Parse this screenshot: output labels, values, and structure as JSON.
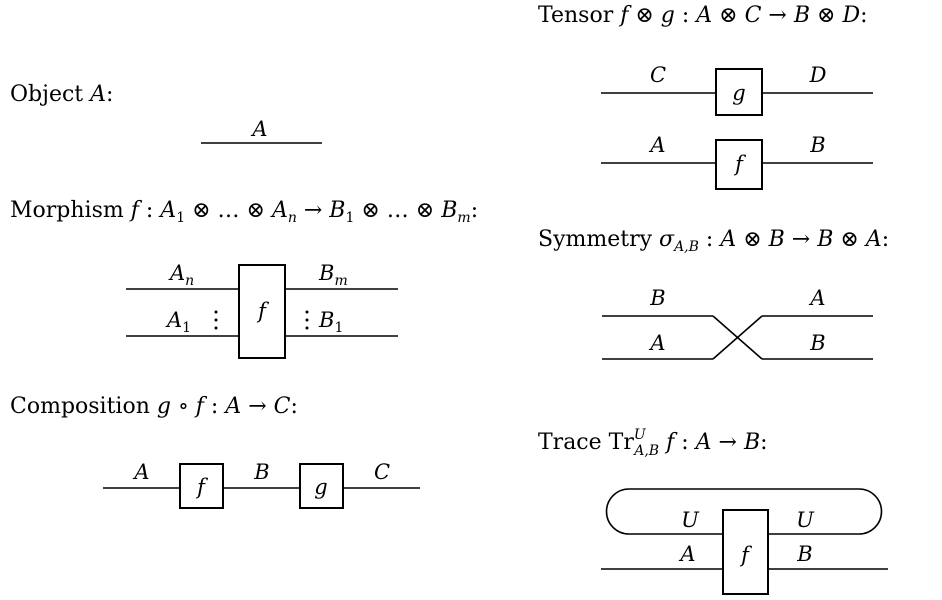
{
  "tensor": {
    "caption": "Tensor f ⊗ g : A ⊗ C → B ⊗ D:",
    "boxes": [
      "g",
      "f"
    ],
    "wires": [
      "C",
      "D",
      "A",
      "B"
    ]
  },
  "object": {
    "caption": "Object A:",
    "wire": "A"
  },
  "morphism": {
    "caption": "Morphism f : A₁ ⊗ … ⊗ Aₙ → B₁ ⊗ … ⊗ Bₘ:",
    "box": "f",
    "wires": [
      "A",
      "n",
      "A",
      "1",
      "B",
      "m",
      "B",
      "1"
    ]
  },
  "symmetry": {
    "caption": "Symmetry σA,B : A ⊗ B → B ⊗ A:",
    "wires": [
      "B",
      "A",
      "A",
      "B"
    ]
  },
  "composition": {
    "caption": "Composition g ∘ f : A → C:",
    "boxes": [
      "f",
      "g"
    ],
    "wires": [
      "A",
      "B",
      "C"
    ]
  },
  "trace": {
    "caption": "Trace Tr U A,B f : A → B:",
    "box": "f",
    "wires": [
      "U",
      "U",
      "A",
      "B"
    ]
  }
}
